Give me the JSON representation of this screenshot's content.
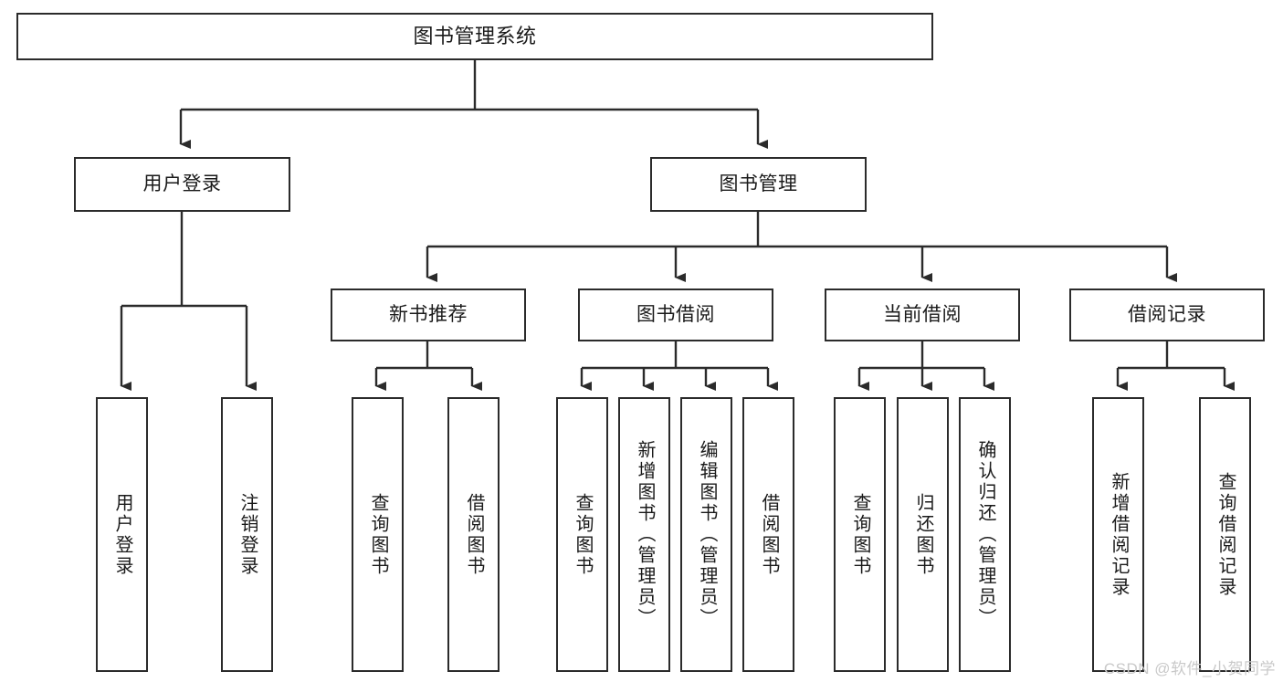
{
  "diagram": {
    "title": "图书管理系统",
    "watermark": "CSDN @软件_小贺同学",
    "stroke_color": "#2b2b2b",
    "background_color": "#ffffff",
    "text_color": "#1a1a1a",
    "watermark_color": "#c9c9c9",
    "nodes": {
      "root": "图书管理系统",
      "user_login": "用户登录",
      "book_manage": "图书管理",
      "new_book_recommend": "新书推荐",
      "book_borrow": "图书借阅",
      "current_borrow": "当前借阅",
      "borrow_record": "借阅记录",
      "leaf_user_login": "用户登录",
      "leaf_logout": "注销登录",
      "leaf_query_book_1": "查询图书",
      "leaf_borrow_book_1": "借阅图书",
      "leaf_query_book_2": "查询图书",
      "leaf_add_book_admin": "新增图书（管理员）",
      "leaf_edit_book_admin": "编辑图书（管理员）",
      "leaf_borrow_book_2": "借阅图书",
      "leaf_query_book_3": "查询图书",
      "leaf_return_book": "归还图书",
      "leaf_confirm_return_admin": "确认归还（管理员）",
      "leaf_add_borrow_record": "新增借阅记录",
      "leaf_query_borrow_record": "查询借阅记录"
    }
  }
}
